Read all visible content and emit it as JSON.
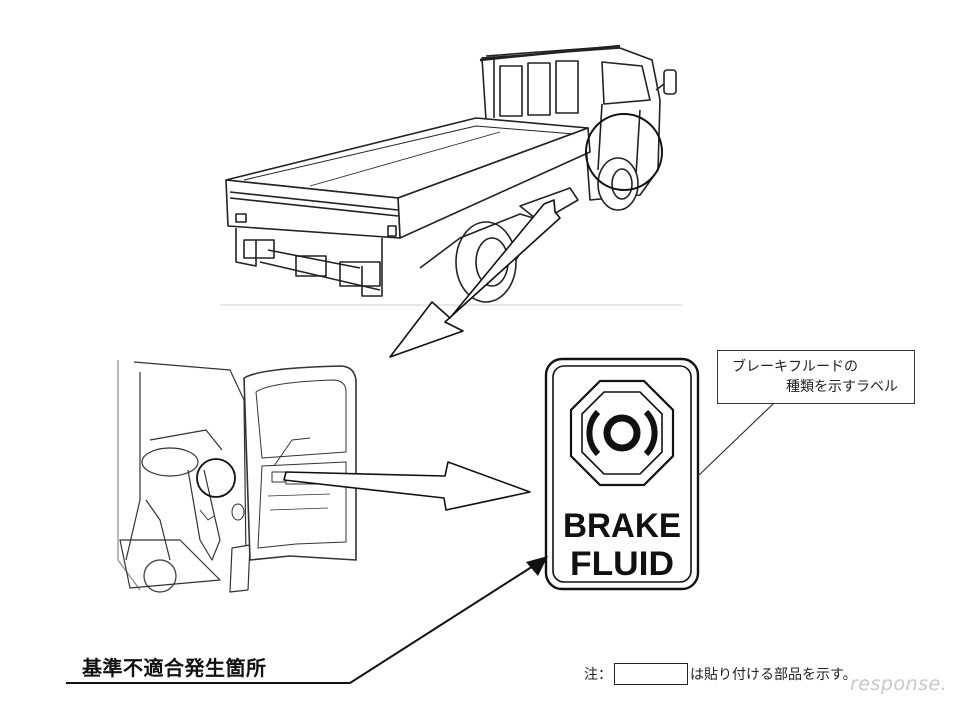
{
  "callout": {
    "line1": "ブレーキフルードの",
    "line2": "種類を示すラベル"
  },
  "label": {
    "line1": "BRAKE",
    "line2": "FLUID",
    "icon": "brake-warning-icon"
  },
  "site_label": "基準不適合発生箇所",
  "note": {
    "prefix": "注：",
    "suffix": "は貼り付ける部品を示す。"
  },
  "watermark": "response."
}
